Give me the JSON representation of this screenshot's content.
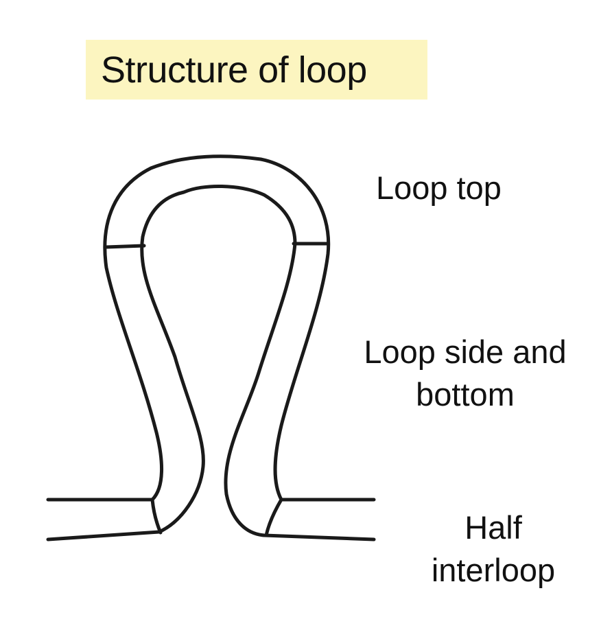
{
  "title": "Structure of loop",
  "labels": {
    "loop_top": "Loop top",
    "loop_side_line1": "Loop side and",
    "loop_side_line2": "bottom",
    "half_line1": "Half",
    "half_line2": "interloop"
  },
  "colors": {
    "title_background": "#fcf5c0",
    "line": "#1a1a1a"
  }
}
